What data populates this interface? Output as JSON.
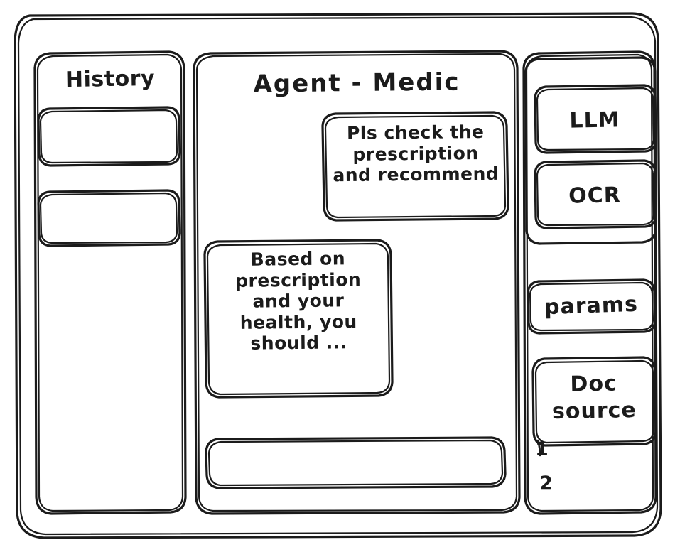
{
  "meta": {
    "style": "hand-drawn wireframe sketch",
    "ink_color": "#1b1b1b",
    "background_color": "#ffffff"
  },
  "window": {
    "frame_label": "app-window"
  },
  "sidebar_left": {
    "title": "History",
    "items": [
      {
        "label": "",
        "name": "history-item-1"
      },
      {
        "label": "",
        "name": "history-item-2"
      }
    ]
  },
  "chat": {
    "title": "Agent - Medic",
    "messages": [
      {
        "role": "user",
        "align": "right",
        "text": "Pls check the\nprescription\nand recommend"
      },
      {
        "role": "assistant",
        "align": "left",
        "text": "Based on\nprescription\nand your\nhealth, you\nshould ..."
      }
    ],
    "input": {
      "value": "",
      "placeholder": ""
    }
  },
  "sidebar_right": {
    "tools_group": [
      {
        "label": "LLM"
      },
      {
        "label": "OCR"
      }
    ],
    "params_button": {
      "label": "params"
    },
    "doc_source": {
      "label": "Doc\nsource",
      "sources": [
        "1",
        "2"
      ]
    }
  }
}
